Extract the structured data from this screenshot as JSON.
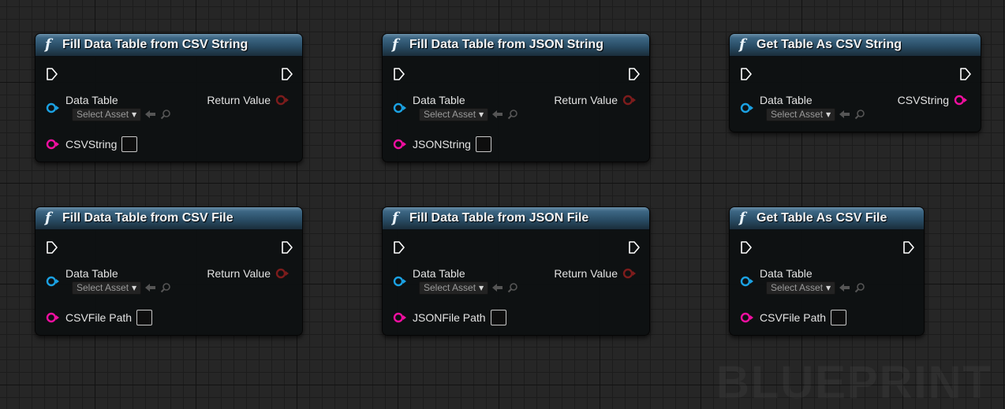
{
  "canvas": {
    "watermark": "BLUEPRINT"
  },
  "ui": {
    "asset_placeholder": "Select Asset",
    "data_table_label": "Data Table",
    "return_value_label": "Return Value"
  },
  "colors": {
    "object_pin": "#1ba1e2",
    "string_pin": "#f00fa0",
    "return_pin": "#7d1c1c",
    "exec_pin": "#ffffff"
  },
  "nodes": [
    {
      "title": "Fill Data Table from CSV String",
      "icon": "function-icon",
      "input_label": "Data Table",
      "asset_placeholder": "Select Asset",
      "string_label": "CSVString",
      "output_label": "Return Value",
      "output_type": "bool"
    },
    {
      "title": "Fill Data Table from JSON String",
      "icon": "function-icon",
      "input_label": "Data Table",
      "asset_placeholder": "Select Asset",
      "string_label": "JSONString",
      "output_label": "Return Value",
      "output_type": "bool"
    },
    {
      "title": "Get Table As CSV String",
      "icon": "function-icon",
      "input_label": "Data Table",
      "asset_placeholder": "Select Asset",
      "output_label": "CSVString",
      "output_type": "string"
    },
    {
      "title": "Fill Data Table from CSV File",
      "icon": "function-icon",
      "input_label": "Data Table",
      "asset_placeholder": "Select Asset",
      "string_label": "CSVFile Path",
      "output_label": "Return Value",
      "output_type": "bool"
    },
    {
      "title": "Fill Data Table from JSON File",
      "icon": "function-icon",
      "input_label": "Data Table",
      "asset_placeholder": "Select Asset",
      "string_label": "JSONFile Path",
      "output_label": "Return Value",
      "output_type": "bool"
    },
    {
      "title": "Get Table As CSV File",
      "icon": "function-icon",
      "input_label": "Data Table",
      "asset_placeholder": "Select Asset",
      "string_label": "CSVFile Path",
      "output_type": "none"
    }
  ]
}
